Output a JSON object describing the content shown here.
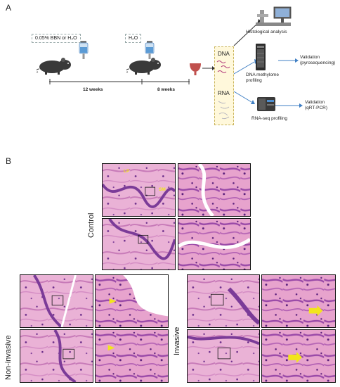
{
  "panel_a": {
    "letter": "A",
    "treatment_label": "0.05% BBN or H₂O",
    "water_label": "H₂O",
    "duration_1": "12 weeks",
    "duration_2": "8 weeks",
    "dna": "DNA",
    "rna": "RNA",
    "histology": "Histological analysis",
    "methylome": [
      "DNA methylome",
      "profiling"
    ],
    "validation_pyro": [
      "Validation",
      "(pyrosequencing)"
    ],
    "rnaseq": "RNA-seq profiling",
    "validation_qrt": [
      "Validation",
      "(qRT-PCR)"
    ]
  },
  "panel_b": {
    "letter": "B",
    "control": "Control",
    "non_invasive": "Non-invasive",
    "invasive": "Invasive",
    "annotations": [
      "LP",
      "SM"
    ]
  },
  "colors": {
    "tissue_pink": "#e9a7cf",
    "tissue_purple": "#8a3f9f",
    "arrow_yellow": "#f2e51c",
    "arrow_blue": "#3f7fc4",
    "line": "#333333"
  }
}
